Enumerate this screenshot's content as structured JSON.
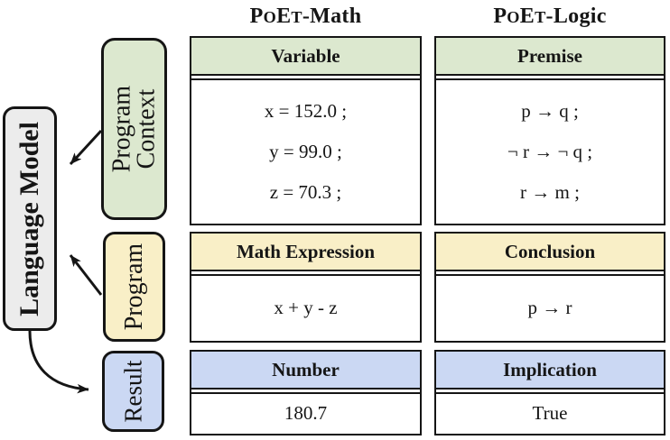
{
  "titles": {
    "math": {
      "p1": "P",
      "p2": "O",
      "p3": "E",
      "p4": "T",
      "rest": "-Math"
    },
    "logic": {
      "p1": "P",
      "p2": "O",
      "p3": "E",
      "p4": "T",
      "rest": "-Logic"
    }
  },
  "model": {
    "label": "Language Model"
  },
  "flow_labels": {
    "program_context": {
      "line1": "Program",
      "line2": "Context"
    },
    "program": "Program",
    "result": "Result"
  },
  "columns": {
    "math": {
      "sections": [
        {
          "header": "Variable",
          "lines": [
            "x = 152.0 ;",
            "y = 99.0 ;",
            "z = 70.3 ;"
          ]
        },
        {
          "header": "Math Expression",
          "lines": [
            "x + y - z"
          ]
        },
        {
          "header": "Number",
          "lines": [
            "180.7"
          ]
        }
      ]
    },
    "logic": {
      "sections": [
        {
          "header": "Premise",
          "lines": [
            "p → q ;",
            "¬ r → ¬ q ;",
            "r → m ;"
          ]
        },
        {
          "header": "Conclusion",
          "lines": [
            "p → r"
          ]
        },
        {
          "header": "Implication",
          "lines": [
            "True"
          ]
        }
      ]
    }
  },
  "icons": {
    "arrow_context_to_model": "arrow pointing from Program Context into Language Model",
    "arrow_program_to_model": "arrow pointing from Program into Language Model",
    "arrow_model_to_result": "curved arrow pointing from Language Model into Result"
  },
  "colors": {
    "green": "#dce8cf",
    "yellow": "#f9efc7",
    "blue": "#cbd8f3",
    "gray": "#ececec",
    "ink": "#151515"
  }
}
